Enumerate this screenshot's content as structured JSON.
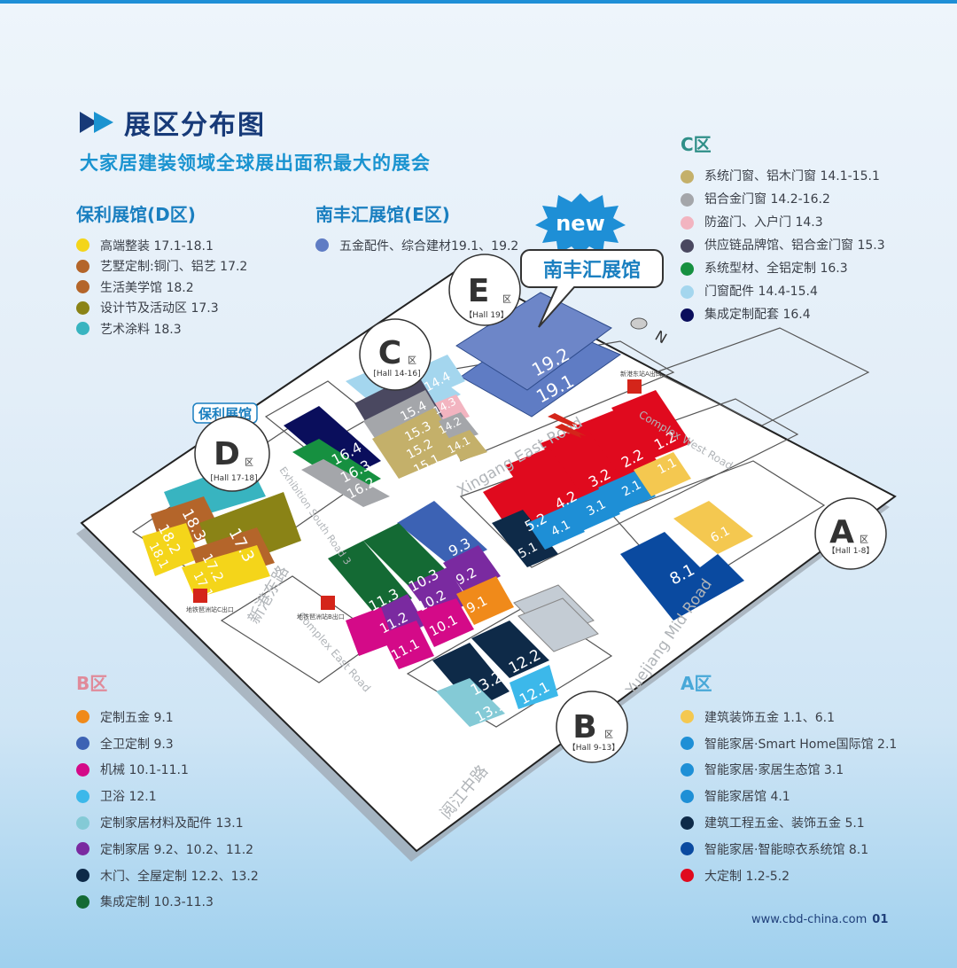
{
  "header": {
    "title": "展区分布图",
    "subtitle": "大家居建装领域全球展出面积最大的展会"
  },
  "legend_d": {
    "title": "保利展馆(D区)",
    "items": [
      {
        "label": "高端整装 17.1-18.1",
        "color": "#f4d51a"
      },
      {
        "label": "艺墅定制:铜门、铝艺 17.2",
        "color": "#b4652a"
      },
      {
        "label": "生活美学馆 18.2",
        "color": "#b4652a"
      },
      {
        "label": "设计节及活动区 17.3",
        "color": "#8a8316"
      },
      {
        "label": "艺术涂料 18.3",
        "color": "#38b4c0"
      }
    ]
  },
  "legend_e": {
    "title": "南丰汇展馆(E区)",
    "items": [
      {
        "label": "五金配件、综合建材19.1、19.2",
        "color": "#5f7cc4"
      }
    ]
  },
  "legend_c": {
    "title": "C区",
    "items": [
      {
        "label": "系统门窗、铝木门窗 14.1-15.1",
        "color": "#c4b06a"
      },
      {
        "label": "铝合金门窗 14.2-16.2",
        "color": "#a4a6aa"
      },
      {
        "label": "防盗门、入户门 14.3",
        "color": "#f2b4c0"
      },
      {
        "label": "供应链品牌馆、铝合金门窗 15.3",
        "color": "#4a4860"
      },
      {
        "label": "系统型材、全铝定制 16.3",
        "color": "#169040"
      },
      {
        "label": "门窗配件 14.4-15.4",
        "color": "#a4d6ee"
      },
      {
        "label": "集成定制配套 16.4",
        "color": "#0a0e5c"
      }
    ]
  },
  "legend_b": {
    "title": "B区",
    "items": [
      {
        "label": "定制五金 9.1",
        "color": "#f08a1a"
      },
      {
        "label": "全卫定制 9.3",
        "color": "#3c62b4"
      },
      {
        "label": "机械 10.1-11.1",
        "color": "#d40a88"
      },
      {
        "label": "卫浴 12.1",
        "color": "#3cb8ea"
      },
      {
        "label": "定制家居材料及配件 13.1",
        "color": "#84cad6"
      },
      {
        "label": "定制家居 9.2、10.2、11.2",
        "color": "#7a2aa0"
      },
      {
        "label": "木门、全屋定制 12.2、13.2",
        "color": "#0e2a48"
      },
      {
        "label": "集成定制 10.3-11.3",
        "color": "#146a34"
      }
    ]
  },
  "legend_a": {
    "title": "A区",
    "items": [
      {
        "label": "建筑装饰五金 1.1、6.1",
        "color": "#f4c850"
      },
      {
        "label": "智能家居·Smart Home国际馆 2.1",
        "color": "#1e8fd6"
      },
      {
        "label": "智能家居·家居生态馆 3.1",
        "color": "#1e8fd6"
      },
      {
        "label": "智能家居馆 4.1",
        "color": "#1e8fd6"
      },
      {
        "label": "建筑工程五金、装饰五金 5.1",
        "color": "#0e2a48"
      },
      {
        "label": "智能家居·智能晾衣系统馆 8.1",
        "color": "#0a4aa0"
      },
      {
        "label": "大定制 1.2-5.2",
        "color": "#e00a1e"
      }
    ]
  },
  "map": {
    "new_badge": "new",
    "nanfeng_callout": "南丰汇展馆",
    "poly_callout": "保利展馆",
    "north": "N",
    "zones": [
      {
        "letter": "E",
        "suffix": "区",
        "halls": "【Hall 19】"
      },
      {
        "letter": "C",
        "suffix": "区",
        "halls": "[Hall 14-16]"
      },
      {
        "letter": "D",
        "suffix": "区",
        "halls": "[Hall 17-18]"
      },
      {
        "letter": "A",
        "suffix": "区",
        "halls": "【Hall 1-8】"
      },
      {
        "letter": "B",
        "suffix": "区",
        "halls": "【Hall 9-13】"
      }
    ],
    "roads": {
      "xingang_east": "Xingang East Road",
      "complex_west": "Complex West Road",
      "complex_east": "Complex East Road",
      "yuejiang_mid": "Yuejiang Mid Road",
      "exhibition_south": "Exhibition South Road 3",
      "xingang_cn": "新港东路",
      "yuejiang_cn": "阅江中路",
      "xingang_east_station_a": "新港东站A出口",
      "metro_c_exit": "地铁琶洲站C出口",
      "metro_b_exit": "地铁琶洲站B出口"
    },
    "halls": {
      "h19_2": "19.2",
      "h19_1": "19.1",
      "h14_4": "14.4",
      "h14_3": "14.3",
      "h14_2": "14.2",
      "h14_1": "14.1",
      "h15_4": "15.4",
      "h15_3": "15.3",
      "h15_2": "15.2",
      "h15_1": "15.1",
      "h16_4": "16.4",
      "h16_3": "16.3",
      "h16_2": "16.2",
      "h18_3": "18.3",
      "h18_2": "18.2",
      "h18_1": "18.1",
      "h17_3": "17.3",
      "h17_2": "17.2",
      "h17_1": "17.1",
      "h1_2": "1.2",
      "h2_2": "2.2",
      "h3_2": "3.2",
      "h4_2": "4.2",
      "h5_2": "5.2",
      "h1_1": "1.1",
      "h2_1": "2.1",
      "h3_1": "3.1",
      "h4_1": "4.1",
      "h5_1": "5.1",
      "h6_1": "6.1",
      "h8_1": "8.1",
      "h9_3": "9.3",
      "h9_2": "9.2",
      "h9_1": "9.1",
      "h10_3": "10.3",
      "h10_2": "10.2",
      "h10_1": "10.1",
      "h11_3": "11.3",
      "h11_2": "11.2",
      "h11_1": "11.1",
      "h12_2": "12.2",
      "h12_1": "12.1",
      "h13_2": "13.2",
      "h13_1": "13.1"
    }
  },
  "footer": {
    "url": "www.cbd-china.com",
    "page": "01"
  }
}
